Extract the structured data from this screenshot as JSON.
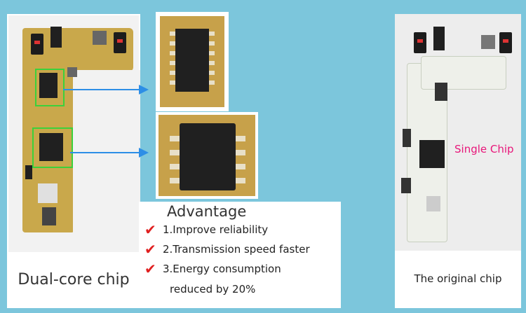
{
  "left_caption": "Dual-core chip",
  "advantage": {
    "title": "Advantage",
    "items": [
      "1.Improve reliability",
      "2.Transmission speed faster",
      "3.Energy consumption"
    ],
    "item3_cont": "reduced by 20%"
  },
  "single_chip_label": "Single Chip",
  "right_caption": "The original chip",
  "colors": {
    "background": "#7cc6dc",
    "arrow": "#2d8ee6",
    "highlight": "#3bd13b",
    "check": "#e02020",
    "single_chip": "#e8167a"
  },
  "icons": [
    "check-icon",
    "arrow-icon"
  ]
}
